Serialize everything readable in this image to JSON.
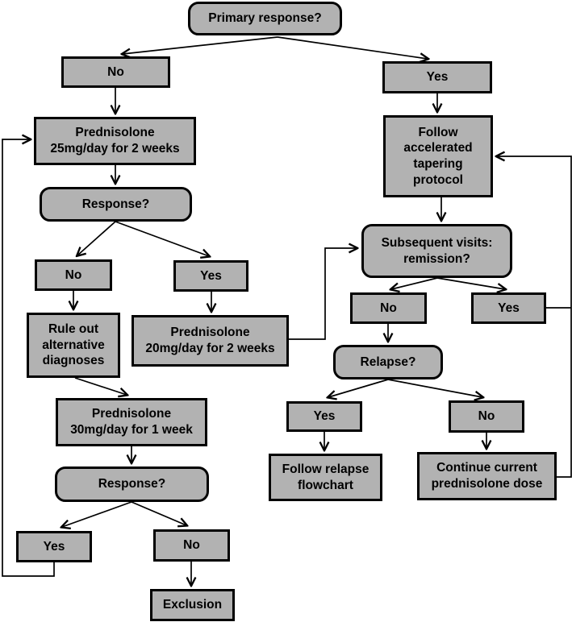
{
  "colors": {
    "node_fill": "#b2b2b2",
    "node_border": "#000000",
    "connector": "#000000",
    "background": "#ffffff"
  },
  "nodes": {
    "primary_response": {
      "label": "Primary response?",
      "shape": "rounded"
    },
    "no_1": {
      "label": "No",
      "shape": "rect"
    },
    "yes_1": {
      "label": "Yes",
      "shape": "rect"
    },
    "prednisolone_25mg": {
      "label": "Prednisolone\n25mg/day for 2 weeks",
      "shape": "rect"
    },
    "response_1": {
      "label": "Response?",
      "shape": "rounded"
    },
    "no_2": {
      "label": "No",
      "shape": "rect"
    },
    "yes_2": {
      "label": "Yes",
      "shape": "rect"
    },
    "rule_out": {
      "label": "Rule out\nalternative\ndiagnoses",
      "shape": "rect"
    },
    "prednisolone_20mg": {
      "label": "Prednisolone\n20mg/day for 2 weeks",
      "shape": "rect"
    },
    "prednisolone_30mg": {
      "label": "Prednisolone\n30mg/day for 1 week",
      "shape": "rect"
    },
    "response_2": {
      "label": "Response?",
      "shape": "rounded"
    },
    "yes_3": {
      "label": "Yes",
      "shape": "rect"
    },
    "no_3": {
      "label": "No",
      "shape": "rect"
    },
    "exclusion": {
      "label": "Exclusion",
      "shape": "rect"
    },
    "follow_accelerated": {
      "label": "Follow\naccelerated\ntapering\nprotocol",
      "shape": "rect"
    },
    "subsequent_visits": {
      "label": "Subsequent visits:\nremission?",
      "shape": "rounded"
    },
    "no_4": {
      "label": "No",
      "shape": "rect"
    },
    "yes_4": {
      "label": "Yes",
      "shape": "rect"
    },
    "relapse": {
      "label": "Relapse?",
      "shape": "rounded"
    },
    "yes_5": {
      "label": "Yes",
      "shape": "rect"
    },
    "no_5": {
      "label": "No",
      "shape": "rect"
    },
    "follow_relapse": {
      "label": "Follow relapse\nflowchart",
      "shape": "rect"
    },
    "continue_current": {
      "label": "Continue current\nprednisolone dose",
      "shape": "rect"
    }
  },
  "edges": [
    {
      "from": "primary_response",
      "to": "no_1"
    },
    {
      "from": "primary_response",
      "to": "yes_1"
    },
    {
      "from": "no_1",
      "to": "prednisolone_25mg"
    },
    {
      "from": "prednisolone_25mg",
      "to": "response_1"
    },
    {
      "from": "response_1",
      "to": "no_2"
    },
    {
      "from": "response_1",
      "to": "yes_2"
    },
    {
      "from": "no_2",
      "to": "rule_out"
    },
    {
      "from": "yes_2",
      "to": "prednisolone_20mg"
    },
    {
      "from": "rule_out",
      "to": "prednisolone_30mg"
    },
    {
      "from": "prednisolone_30mg",
      "to": "response_2"
    },
    {
      "from": "response_2",
      "to": "yes_3"
    },
    {
      "from": "response_2",
      "to": "no_3"
    },
    {
      "from": "no_3",
      "to": "exclusion"
    },
    {
      "from": "yes_3",
      "to": "prednisolone_25mg",
      "style": "loop-left"
    },
    {
      "from": "yes_1",
      "to": "follow_accelerated"
    },
    {
      "from": "follow_accelerated",
      "to": "subsequent_visits"
    },
    {
      "from": "prednisolone_20mg",
      "to": "subsequent_visits",
      "style": "elbow"
    },
    {
      "from": "subsequent_visits",
      "to": "no_4"
    },
    {
      "from": "subsequent_visits",
      "to": "yes_4"
    },
    {
      "from": "no_4",
      "to": "relapse"
    },
    {
      "from": "relapse",
      "to": "yes_5"
    },
    {
      "from": "relapse",
      "to": "no_5"
    },
    {
      "from": "yes_5",
      "to": "follow_relapse"
    },
    {
      "from": "no_5",
      "to": "continue_current"
    },
    {
      "from": "yes_4",
      "to": "follow_accelerated",
      "style": "loop-right"
    },
    {
      "from": "continue_current",
      "to": "follow_accelerated",
      "style": "loop-right"
    }
  ]
}
